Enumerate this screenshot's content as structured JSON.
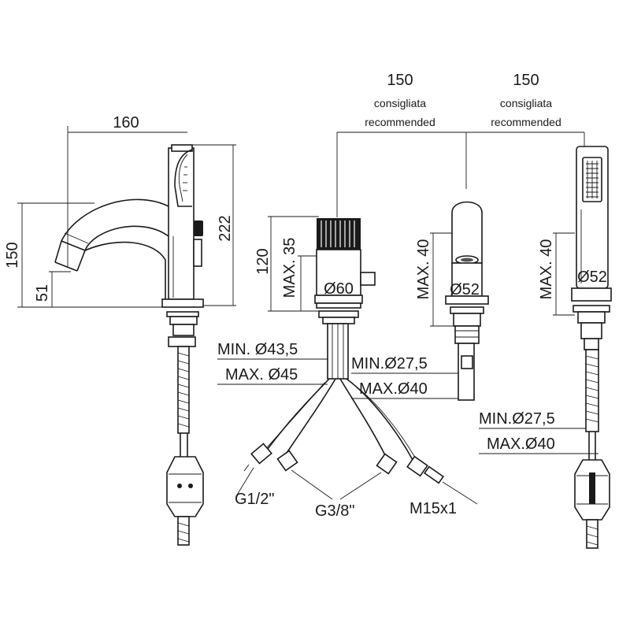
{
  "labels": {
    "width_160": "160",
    "height_222": "222",
    "height_150_left": "150",
    "height_51": "51",
    "spacing_150_a": "150",
    "spacing_150_b": "150",
    "consigliata_a": "consigliata",
    "recommended_a": "recommended",
    "consigliata_b": "consigliata",
    "recommended_b": "recommended",
    "height_120": "120",
    "max_35": "MAX. 35",
    "dia_60": "Ø60",
    "max_40_mid": "MAX. 40",
    "dia_52_mid": "Ø52",
    "max_40_right": "MAX. 40",
    "dia_52_right": "Ø52",
    "min_43_5": "MIN. Ø43,5",
    "max_45": "MAX. Ø45",
    "min_27_5_mid": "MIN.Ø27,5",
    "max_40_dia_mid": "MAX.Ø40",
    "min_27_5_right": "MIN.Ø27,5",
    "max_40_dia_right": "MAX.Ø40",
    "thread_g12": "G1/2\"",
    "thread_g38": "G3/8\"",
    "thread_m15": "M15x1"
  }
}
